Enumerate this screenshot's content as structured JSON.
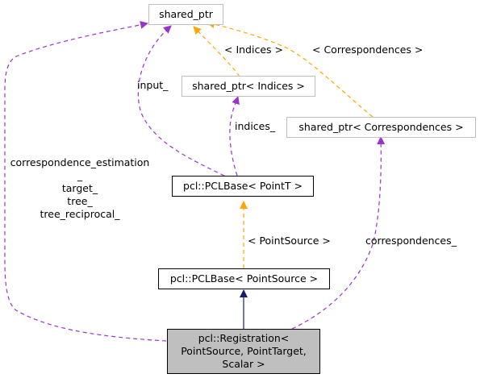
{
  "colors": {
    "inherit_public": "#191970",
    "template_instance": "#ffa500",
    "usage": "#9a32cd",
    "focus_fill": "#bfbfbf",
    "gray_border": "#bfbfbf"
  },
  "nodes": {
    "shared_ptr": "shared_ptr",
    "shared_ptr_indices": "shared_ptr< Indices >",
    "shared_ptr_correspondences": "shared_ptr< Correspondences >",
    "pclbase_pointt": "pcl::PCLBase< PointT >",
    "pclbase_pointsource": "pcl::PCLBase< PointSource >",
    "registration": [
      "pcl::Registration<",
      "PointSource, PointTarget,",
      "Scalar >"
    ]
  },
  "edge_labels": {
    "indices_template": "< Indices >",
    "correspondences_template": "< Correspondences >",
    "input": "input_",
    "indices": "indices_",
    "pointsource_template": "< PointSource >",
    "correspondences_member": "correspondences_",
    "shared_ptr_members": [
      "correspondence_estimation",
      "_",
      "target_",
      "tree_",
      "tree_reciprocal_"
    ]
  }
}
